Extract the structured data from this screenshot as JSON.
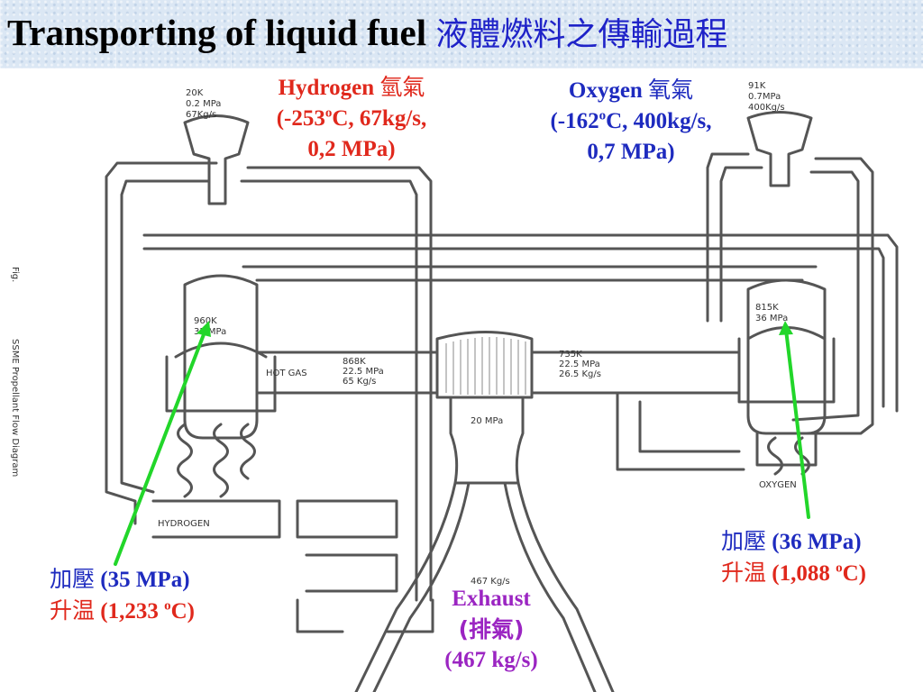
{
  "title": {
    "en": "Transporting of liquid fuel",
    "zh": "液體燃料之傳輸過程"
  },
  "hydrogen_label": {
    "name": "Hydrogen",
    "name_zh": "氫氣",
    "temp_open": "(-253",
    "sup": "o",
    "flow": "C, 67kg/s,",
    "pressure": "0,2 MPa)"
  },
  "oxygen_label": {
    "name": "Oxygen",
    "name_zh": "氧氣",
    "temp_open": "(-162",
    "sup": "o",
    "flow": "C, 400kg/s,",
    "pressure": "0,7 MPa)"
  },
  "left_callout": {
    "pressurize_zh": "加壓",
    "pressure": "(35 MPa)",
    "heat_zh": "升温",
    "temp_open": "(1,233 ",
    "sup": "o",
    "temp_close": "C)"
  },
  "right_callout": {
    "pressurize_zh": "加壓",
    "pressure": "(36 MPa)",
    "heat_zh": "升温",
    "temp_open": "(1,088 ",
    "sup": "o",
    "temp_close": "C)"
  },
  "exhaust_label": {
    "name": "Exhaust",
    "name_zh": "(排氣)",
    "flow": "(467 kg/s)"
  },
  "diagram_text": {
    "h_inlet": [
      "20K",
      "0.2 MPa",
      "67Kg/s"
    ],
    "o_inlet": [
      "91K",
      "0.7MPa",
      "400Kg/s"
    ],
    "h_pump": [
      "960K",
      "35 MPa"
    ],
    "o_pump": [
      "815K",
      "36 MPa"
    ],
    "hot_gas": "HOT GAS",
    "h_duct": [
      "868K",
      "22.5 MPa",
      "65 Kg/s"
    ],
    "o_duct": [
      "735K",
      "22.5 MPa",
      "26.5 Kg/s"
    ],
    "chamber": "20 MPa",
    "nozzle_flow": "467 Kg/s",
    "hydrogen_tag": "HYDROGEN",
    "oxygen_tag": "OXYGEN",
    "side_caption": "SSME Propellant Flow Diagram",
    "fig_mark": "Fig."
  },
  "colors": {
    "arrow": "#22d62a",
    "header_bg": "#dbe7f4",
    "title_zh": "#1f23c8",
    "red": "#e0281c",
    "blue": "#1e2bbf",
    "purple": "#9b25c2"
  }
}
